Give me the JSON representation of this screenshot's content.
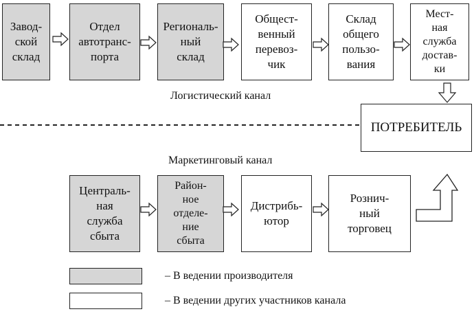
{
  "logistic_channel": {
    "label": "Логистический канал",
    "boxes": [
      {
        "text": "Завод-\nской\nсклад",
        "kind": "producer"
      },
      {
        "text": "Отдел\nавтотранс-\nпорта",
        "kind": "producer"
      },
      {
        "text": "Региональ-\nный\nсклад",
        "kind": "producer"
      },
      {
        "text": "Общест-\nвенный\nперевоз-\nчик",
        "kind": "other"
      },
      {
        "text": "Склад\nобщего\nпользо-\nвания",
        "kind": "other"
      },
      {
        "text": "Мест-\nная\nслужба\nдостав-\nки",
        "kind": "other"
      }
    ]
  },
  "consumer": {
    "text": "ПОТРЕБИТЕЛЬ"
  },
  "marketing_channel": {
    "label": "Маркетинговый канал",
    "boxes": [
      {
        "text": "Централь-\nная\nслужба\nсбыта",
        "kind": "producer"
      },
      {
        "text": "Район-\nное\nотделе-\nние\nсбыта",
        "kind": "producer"
      },
      {
        "text": "Дистрибь-\nютор",
        "kind": "other"
      },
      {
        "text": "Рознич-\nный\nторговец",
        "kind": "other"
      }
    ]
  },
  "legend": {
    "producer": "– В ведении производителя",
    "other": "– В ведении других участников канала"
  },
  "colors": {
    "producer_fill": "#d6d6d6",
    "other_fill": "#ffffff",
    "stroke": "#222222"
  }
}
